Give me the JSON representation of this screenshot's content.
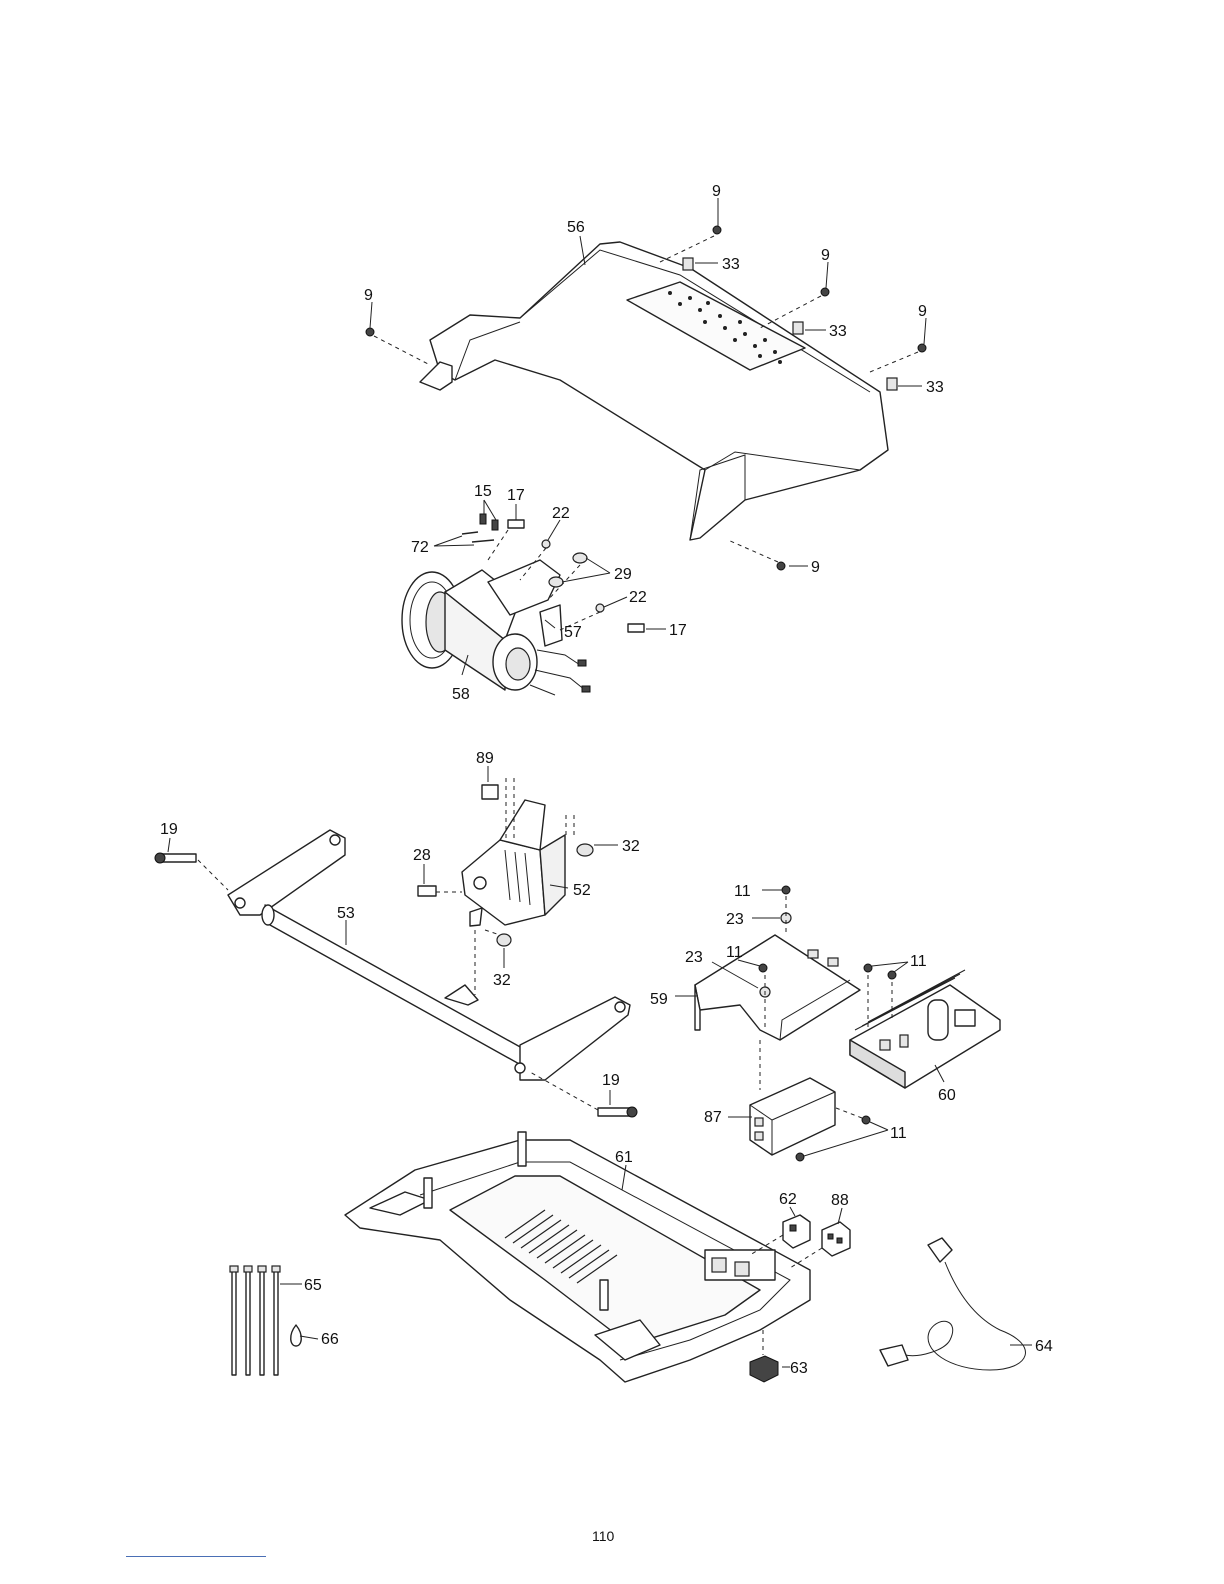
{
  "page_number": "110",
  "callouts": {
    "c9a": "9",
    "c9b": "9",
    "c9c": "9",
    "c9d": "9",
    "c9e": "9",
    "c33a": "33",
    "c33b": "33",
    "c33c": "33",
    "c56": "56",
    "c15": "15",
    "c17a": "17",
    "c17b": "17",
    "c22a": "22",
    "c22b": "22",
    "c72": "72",
    "c29": "29",
    "c57": "57",
    "c58": "58",
    "c89": "89",
    "c19a": "19",
    "c19b": "19",
    "c28": "28",
    "c32a": "32",
    "c32b": "32",
    "c52": "52",
    "c53": "53",
    "c11a": "11",
    "c11b": "11",
    "c11c": "11",
    "c11d": "11",
    "c23a": "23",
    "c23b": "23",
    "c59": "59",
    "c60": "60",
    "c87": "87",
    "c61": "61",
    "c62": "62",
    "c88": "88",
    "c63": "63",
    "c64": "64",
    "c65": "65",
    "c66": "66"
  }
}
